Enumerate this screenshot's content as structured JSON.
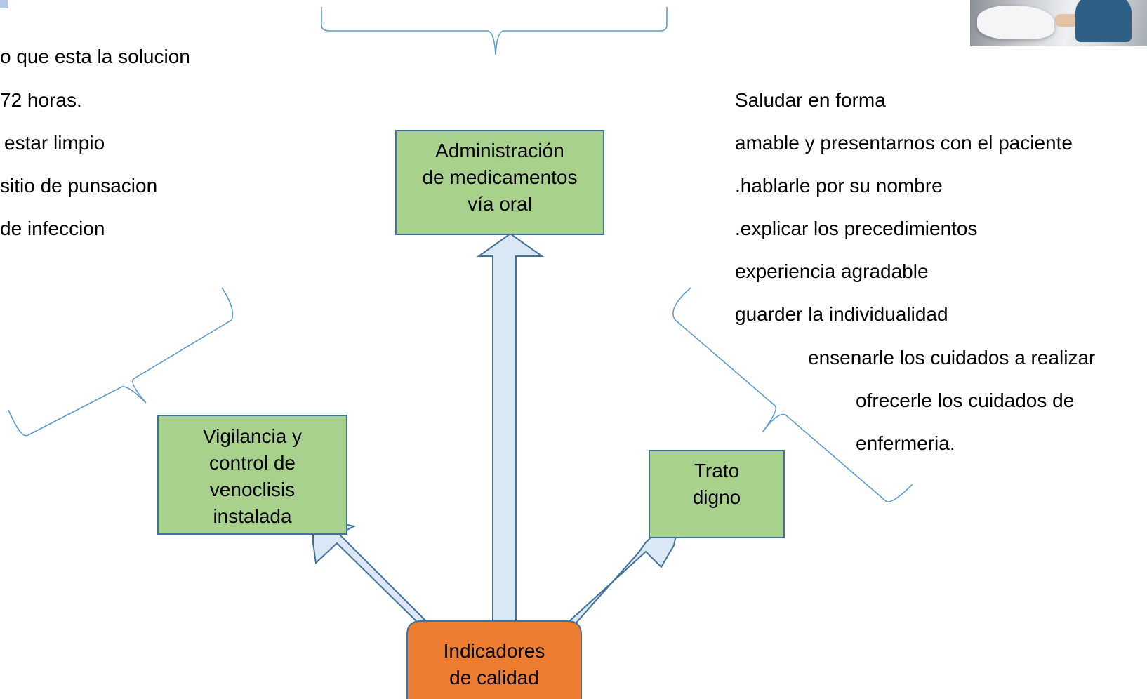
{
  "left_list": {
    "lines": [
      "o que esta la solucion",
      "72 horas.",
      "estar limpio",
      "sitio de punsacion",
      "de infeccion"
    ]
  },
  "right_list": {
    "lines": [
      "Saludar en forma",
      "amable y presentarnos con el paciente",
      ".hablarle por su nombre",
      ".explicar los precedimientos",
      "experiencia agradable",
      "guarder la individualidad",
      "ensenarle los cuidados a realizar",
      "ofrecerle los cuidados de",
      "enfermeria."
    ]
  },
  "nodes": {
    "top": "Administración\nde medicamentos\nvía oral",
    "left": "Vigilancia y\ncontrol de\nvenoclisis\ninstalada",
    "right": "Trato\ndigno",
    "center": "Indicadores\nde calidad"
  },
  "colors": {
    "box_fill": "#a9d18e",
    "box_border": "#41719c",
    "center_fill": "#ed7d31",
    "arrow_fill": "#dae8f5",
    "arrow_border": "#41719c",
    "brace_color": "#5b9bd5"
  },
  "icons": {
    "photo": "nurse-patient-photo"
  }
}
